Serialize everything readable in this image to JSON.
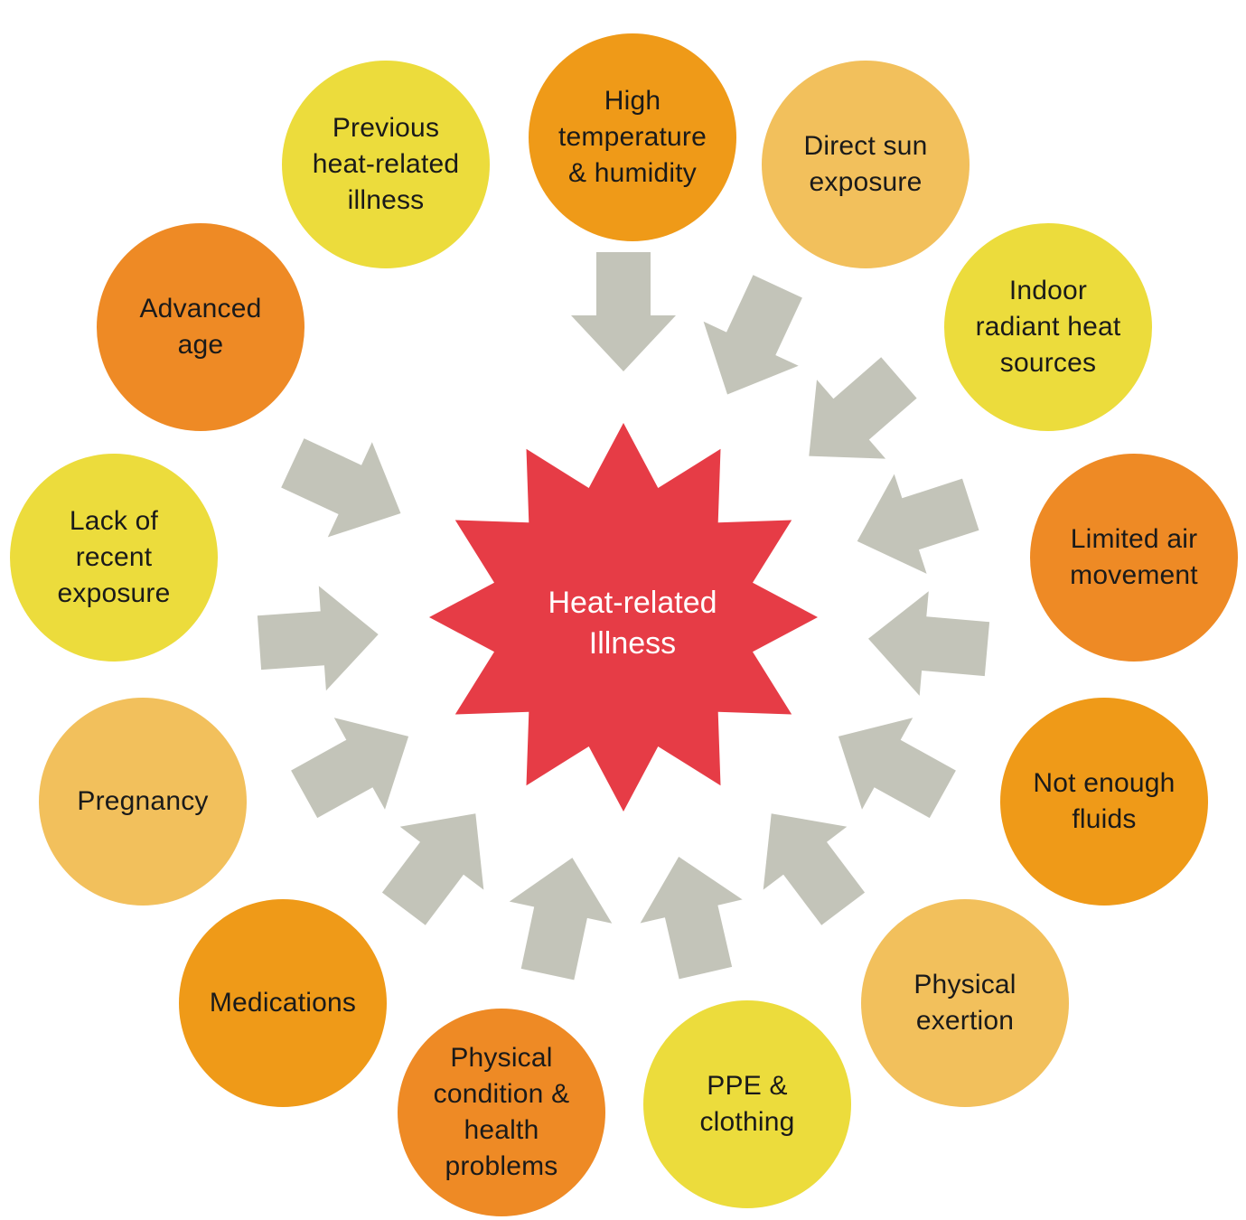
{
  "center": {
    "label": "Heat-related\nIllness"
  },
  "colors": {
    "burst": "#e63c46",
    "arrow": "#c3c4b9",
    "text": "#1a1a1a",
    "center_text": "#ffffff"
  },
  "factors": [
    {
      "label": "High\ntemperature\n& humidity",
      "color": "#ef9a18",
      "icon": "circle"
    },
    {
      "label": "Direct sun\nexposure",
      "color": "#f2c05c",
      "icon": "circle"
    },
    {
      "label": "Indoor\nradiant heat\nsources",
      "color": "#ecdc3c",
      "icon": "circle"
    },
    {
      "label": "Limited air\nmovement",
      "color": "#ee8a25",
      "icon": "circle"
    },
    {
      "label": "Not enough\nfluids",
      "color": "#ef9a18",
      "icon": "circle"
    },
    {
      "label": "Physical\nexertion",
      "color": "#f2c05c",
      "icon": "circle"
    },
    {
      "label": "PPE &\nclothing",
      "color": "#ecdc3c",
      "icon": "circle"
    },
    {
      "label": "Physical\ncondition &\nhealth\nproblems",
      "color": "#ee8a25",
      "icon": "circle"
    },
    {
      "label": "Medications",
      "color": "#ef9a18",
      "icon": "circle"
    },
    {
      "label": "Pregnancy",
      "color": "#f2c05c",
      "icon": "circle"
    },
    {
      "label": "Lack of\nrecent\nexposure",
      "color": "#ecdc3c",
      "icon": "circle"
    },
    {
      "label": "Advanced\nage",
      "color": "#ee8a25",
      "icon": "circle"
    },
    {
      "label": "Previous\nheat-related\nillness",
      "color": "#ecdc3c",
      "icon": "circle"
    }
  ]
}
